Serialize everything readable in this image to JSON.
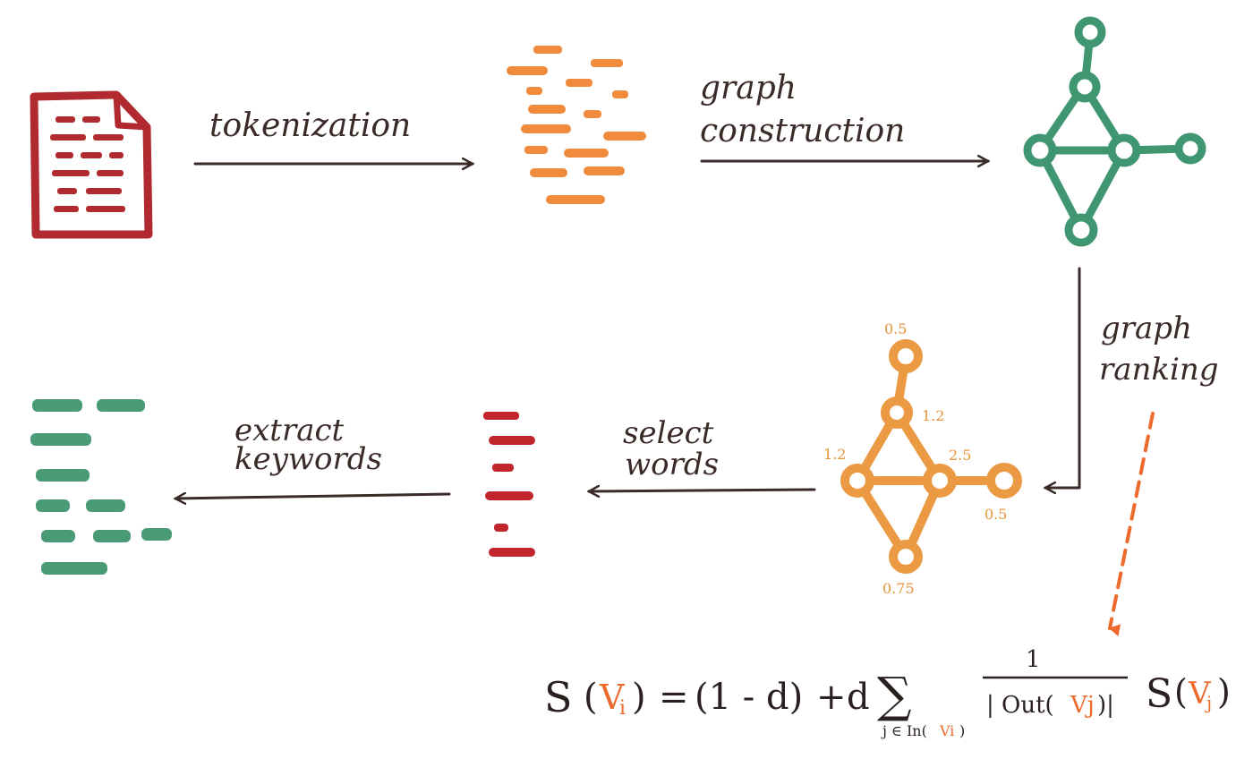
{
  "labels": {
    "tokenization": "tokenization",
    "graph_construction_line1": "graph",
    "graph_construction_line2": "construction",
    "graph_ranking_line1": "graph",
    "graph_ranking_line2": "ranking",
    "select_words_line1": "select",
    "select_words_line2": "words",
    "extract_keywords_line1": "extract",
    "extract_keywords_line2": "keywords"
  },
  "node_scores": {
    "top": "0.5",
    "upper": "1.2",
    "left": "1.2",
    "right": "2.5",
    "far_right": "0.5",
    "bottom": "0.75"
  },
  "formula": {
    "lhs_S": "S",
    "open": "(",
    "vi": "V",
    "vi_sub": "i",
    "close": ")",
    "eq": "=",
    "one_minus_d": "(1 - d)",
    "plus": "+",
    "d": "d",
    "sigma": "∑",
    "sum_index": "j ∈ In(",
    "sum_vi": "Vi",
    "sum_close": ")",
    "numerator": "1",
    "denominator_prefix": "| Out(",
    "denominator_vj": "Vj",
    "denominator_suffix": ")|",
    "rhs_S": "S",
    "rhs_open": "(",
    "vj": "V",
    "vj_sub": "j",
    "rhs_close": ")"
  },
  "colors": {
    "document": "#b02a2f",
    "tokens": "#f08a3c",
    "graph": "#3f9670",
    "ranked_graph": "#eb9a43",
    "selected": "#c0262c",
    "keywords": "#4a9a76",
    "arrow": "#3a2a28",
    "dashed_arrow": "#ec6a2c",
    "formula_accent": "#ec6a2c"
  }
}
